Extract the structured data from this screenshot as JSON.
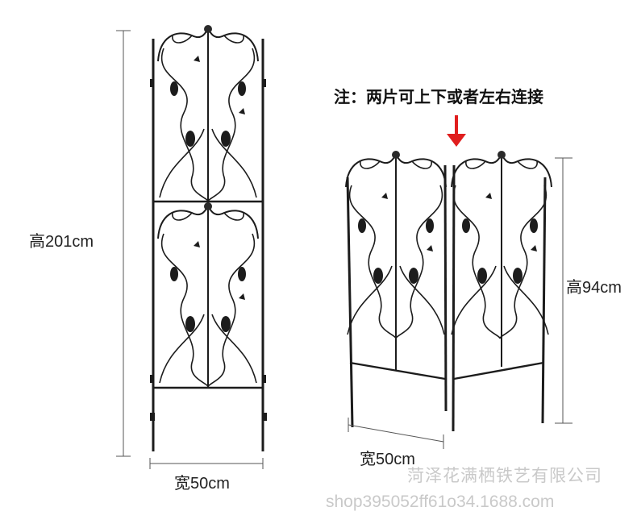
{
  "labels": {
    "left_height": "高201cm",
    "left_width": "宽50cm",
    "right_height": "高94cm",
    "right_width": "宽50cm"
  },
  "note": "注：两片可上下或者左右连接",
  "watermark": {
    "company": "菏泽花满栖铁艺有限公司",
    "shop_url": "shop395052ff61o34.1688.com"
  },
  "colors": {
    "metal": "#1c1c1c",
    "dimension_line": "#555555",
    "arrow": "#e01e1e",
    "watermark": "#c9c9c9"
  }
}
